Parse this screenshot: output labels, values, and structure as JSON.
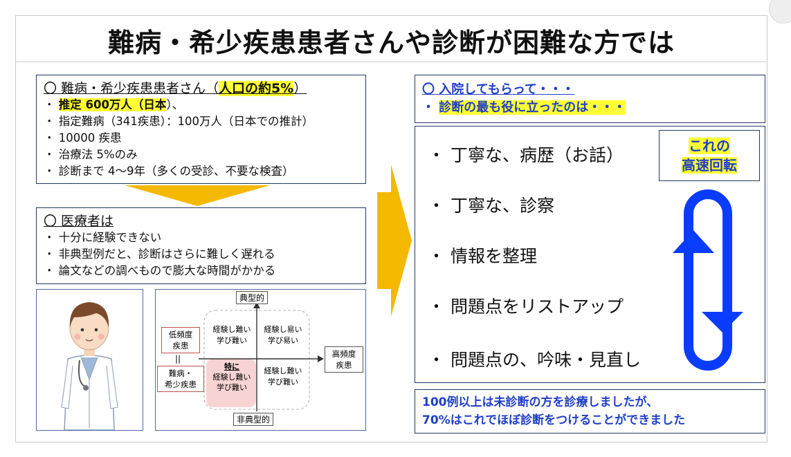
{
  "title": "難病・希少疾患患者さんや診断が困難な方では",
  "patients_box": {
    "title": "〇 難病・希少疾患患者さん（",
    "title_highlight": "人口の約5%",
    "title_end": "）",
    "line1_prefix": "・ ",
    "line1_highlight": "推定 600万人（日本",
    "line1_suffix": "）、",
    "lines": [
      "・ 指定難病（341疾患）：100万人（日本での推計）",
      "・ 10000 疾患",
      "・ 治療法 5%のみ",
      "・ 診断まで 4～9年（多くの受診、不要な検査）"
    ]
  },
  "medical_box": {
    "title": "〇 医療者は",
    "lines": [
      "・ 十分に経験できない",
      "・ 非典型例だと、診断はさらに難しく遅れる",
      "・ 論文などの調べもので膨大な時間がかかる"
    ]
  },
  "matrix": {
    "top": "典型的",
    "bottom": "非典型的",
    "left_top": "低頻度\n疾患",
    "equals": "||",
    "left_bottom": "難病・\n希少疾患",
    "right": "高頻度\n疾患",
    "q_top_left": "経験し難い\n学び難い",
    "q_top_right": "経験し易い\n学び易い",
    "q_bottom_left_emph": "特に",
    "q_bottom_left": "経験し難い\n学び難い",
    "q_bottom_right": "経験し難い\n学び難い"
  },
  "hospital_box": {
    "line1": "〇 入院してもらって・・・",
    "line2_prefix": "・ ",
    "line2_highlight": "診断の最も役に立ったのは・・・"
  },
  "list_items": [
    "・ 丁寧な、病歴（お話）",
    "・ 丁寧な、診察",
    "・ 情報を整理",
    "・ 問題点をリストアップ",
    "・ 問題点の、吟味・見直し"
  ],
  "cycle_label": {
    "line1": "これの",
    "line2": "高速回転"
  },
  "conclusion": {
    "line1": "100例以上は未診断の方を診療しましたが、",
    "line2": "70%はこれでほぼ診断をつけることができました"
  },
  "colors": {
    "accent_blue": "#1f3ec8",
    "cycle_blue": "#0a3cff",
    "arrow_yellow": "#f5b800",
    "highlight_yellow": "#ffff33"
  }
}
